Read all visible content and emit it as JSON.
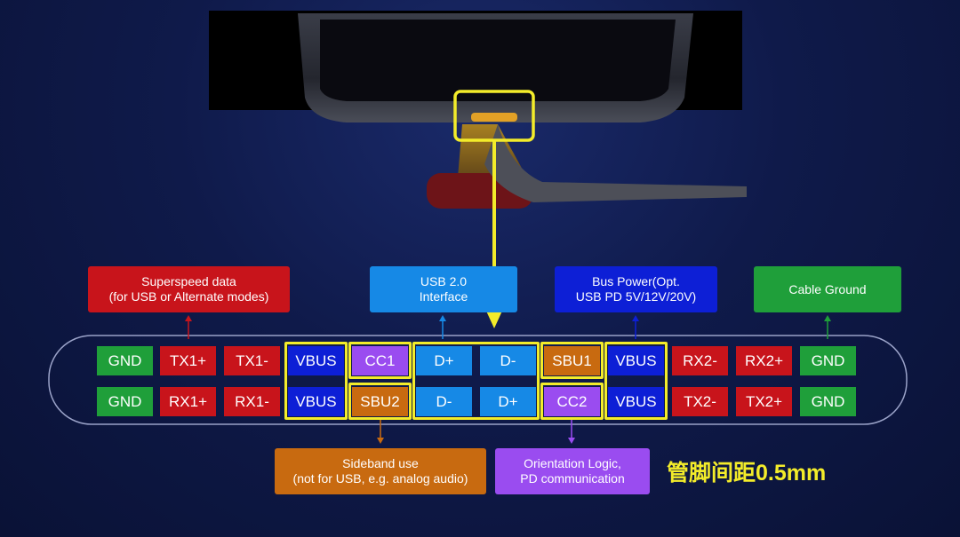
{
  "labels": {
    "superspeed": "Superspeed data\n(for USB or Alternate modes)",
    "usb2": "USB 2.0\nInterface",
    "buspower": "Bus Power(Opt.\nUSB PD 5V/12V/20V)",
    "ground": "Cable Ground",
    "sideband": "Sideband use\n(not for USB, e.g. analog audio)",
    "orientation": "Orientation Logic,\nPD communication",
    "pitch": "管脚间距0.5mm"
  },
  "pins": {
    "top": [
      "GND",
      "TX1+",
      "TX1-",
      "VBUS",
      "CC1",
      "D+",
      "D-",
      "SBU1",
      "VBUS",
      "RX2-",
      "RX2+",
      "GND"
    ],
    "bottom": [
      "GND",
      "RX1+",
      "RX1-",
      "VBUS",
      "SBU2",
      "D-",
      "D+",
      "CC2",
      "VBUS",
      "TX2-",
      "TX2+",
      "GND"
    ]
  },
  "colors": {
    "ground": "#1f9f3a",
    "superspeed": "#c8141b",
    "vbus": "#0d1fd6",
    "usb2": "#1689e6",
    "sbu": "#c86a10",
    "cc": "#9a4cf0",
    "highlight": "#f3ec2a"
  }
}
